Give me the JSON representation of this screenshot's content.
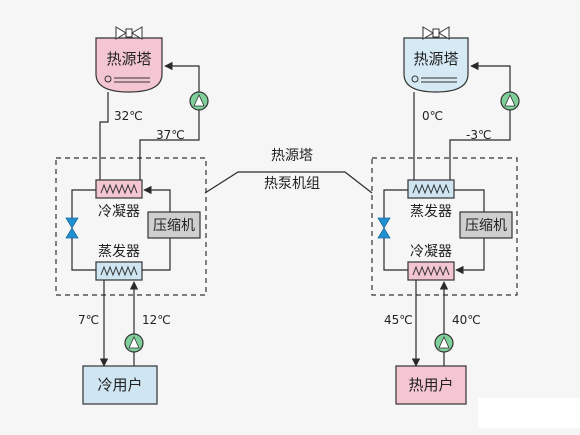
{
  "title_line1": "热源塔",
  "title_line2": "热泵机组",
  "left": {
    "tower_label": "热源塔",
    "tower_color": "#f4c6d2",
    "temp_in": "32℃",
    "temp_out": "37℃",
    "hx_top_label": "冷凝器",
    "hx_top_color": "#f4c6d2",
    "compressor_label": "压缩机",
    "hx_bottom_label": "蒸发器",
    "hx_bottom_color": "#cfe6f2",
    "load_temp_out": "7℃",
    "load_temp_in": "12℃",
    "user_label": "冷用户",
    "user_color": "#cfe6f2"
  },
  "right": {
    "tower_label": "热源塔",
    "tower_color": "#d6eaf5",
    "temp_in": "0℃",
    "temp_out": "-3℃",
    "hx_top_label": "蒸发器",
    "hx_top_color": "#cfe6f2",
    "compressor_label": "压缩机",
    "hx_bottom_label": "冷凝器",
    "hx_bottom_color": "#f4c6d2",
    "load_temp_out": "45℃",
    "load_temp_in": "40℃",
    "user_label": "热用户",
    "user_color": "#f4c6d2"
  },
  "colors": {
    "line": "#2a2a2a",
    "pump": "#7fcf9a",
    "valve": "#1f8fd0",
    "compressor": "#cfcfcf"
  }
}
